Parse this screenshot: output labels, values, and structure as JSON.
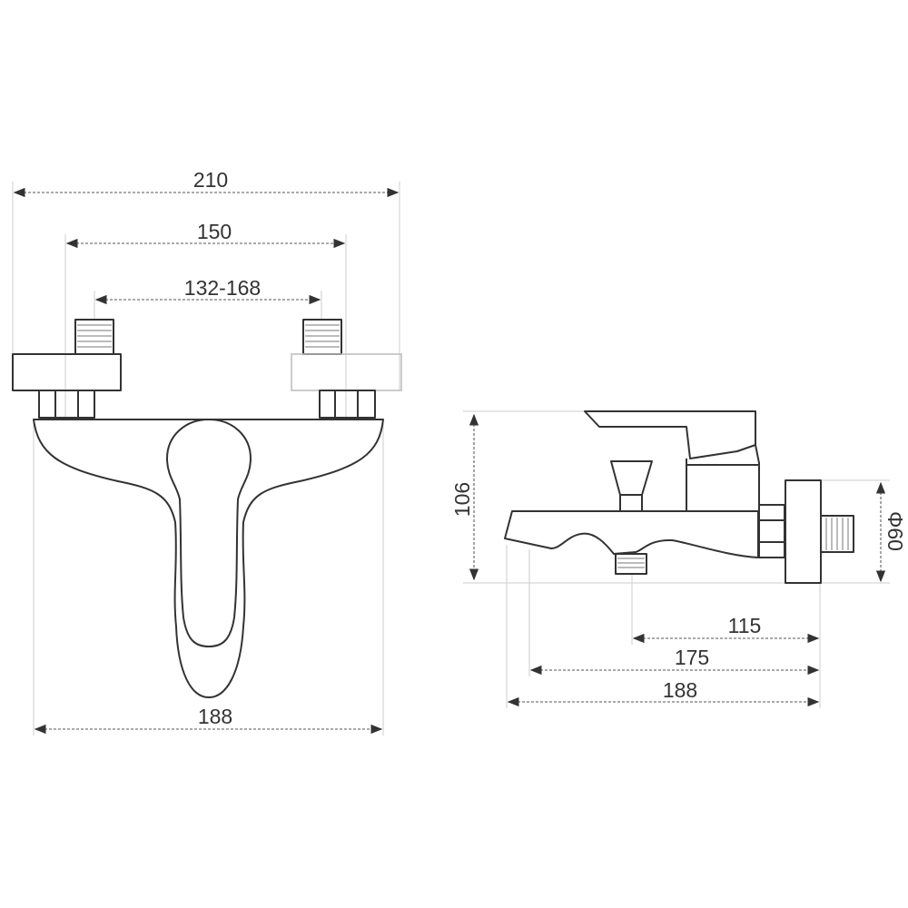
{
  "front_view": {
    "dimensions": {
      "overall_width": "210",
      "inlet_spacing": "150",
      "inlet_range": "132-168",
      "body_width": "188"
    }
  },
  "side_view": {
    "dimensions": {
      "height": "106",
      "flange_diameter": "Φ60",
      "spout_outlet_to_wall": "115",
      "spout_tip_to_wall": "175",
      "overall_depth": "188"
    }
  }
}
